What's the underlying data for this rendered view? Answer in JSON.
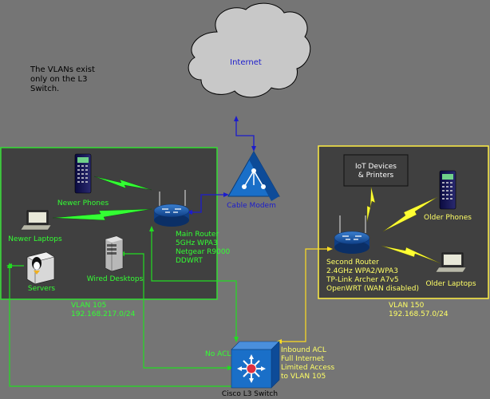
{
  "colors": {
    "background": "#757575",
    "zone_fill": "#404040",
    "vlan105_border": "#33dd33",
    "vlan150_border": "#ffee44",
    "link_blue": "#1c1ccc",
    "link_green": "#22dd22",
    "link_yellow": "#ffdd22",
    "label_green": "#33ff33",
    "label_yellow": "#ffff66"
  },
  "note": [
    "The VLANs exist",
    "only on the L3",
    "Switch."
  ],
  "cloud": {
    "label": "Internet"
  },
  "cable_modem": {
    "label": "Cable Modem"
  },
  "vlan105": {
    "title": "VLAN 105",
    "subnet": "192.168.217.0/24",
    "newer_phones": "Newer Phones",
    "newer_laptops": "Newer Laptops",
    "servers": "Servers",
    "wired_desktops": "Wired Desktops",
    "main_router": [
      "Main Router",
      "5GHz WPA3",
      "Netgear R9000",
      "DDWRT"
    ]
  },
  "vlan150": {
    "title": "VLAN 150",
    "subnet": "192.168.57.0/24",
    "iot_box": [
      "IoT Devices",
      "& Printers"
    ],
    "older_phones": "Older Phones",
    "older_laptops": "Older Laptops",
    "second_router": [
      "Second Router",
      "2.4GHz WPA2/WPA3",
      "TP-Link Archer A7v5",
      "OpenWRT (WAN disabled)"
    ]
  },
  "switch": {
    "label": "Cisco L3 Switch",
    "no_acl": "No ACL",
    "inbound_acl": [
      "Inbound ACL",
      "Full Internet",
      "Limited Access",
      "to VLAN 105"
    ]
  }
}
